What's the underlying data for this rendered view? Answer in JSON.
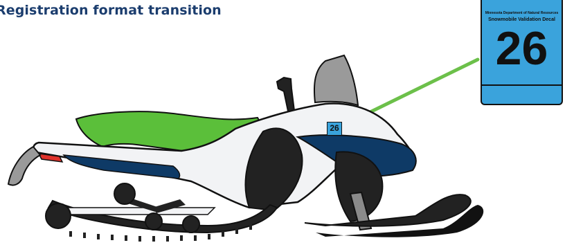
{
  "title": "Registration format transition",
  "decal": {
    "organization": "Minnesota Department of Natural Resources",
    "label": "Snowmobile Validation Decal",
    "number": "26",
    "color": "#3aa3dc"
  },
  "sled_decal_number": "26",
  "colors": {
    "title": "#1b3d6e",
    "hood_green": "#5bbf3a",
    "navy": "#0e3a66",
    "arrow": "#6cc04a",
    "body_white": "#f2f3f5",
    "windshield_gray": "#9a9a9a",
    "accent_red": "#e0322b"
  }
}
